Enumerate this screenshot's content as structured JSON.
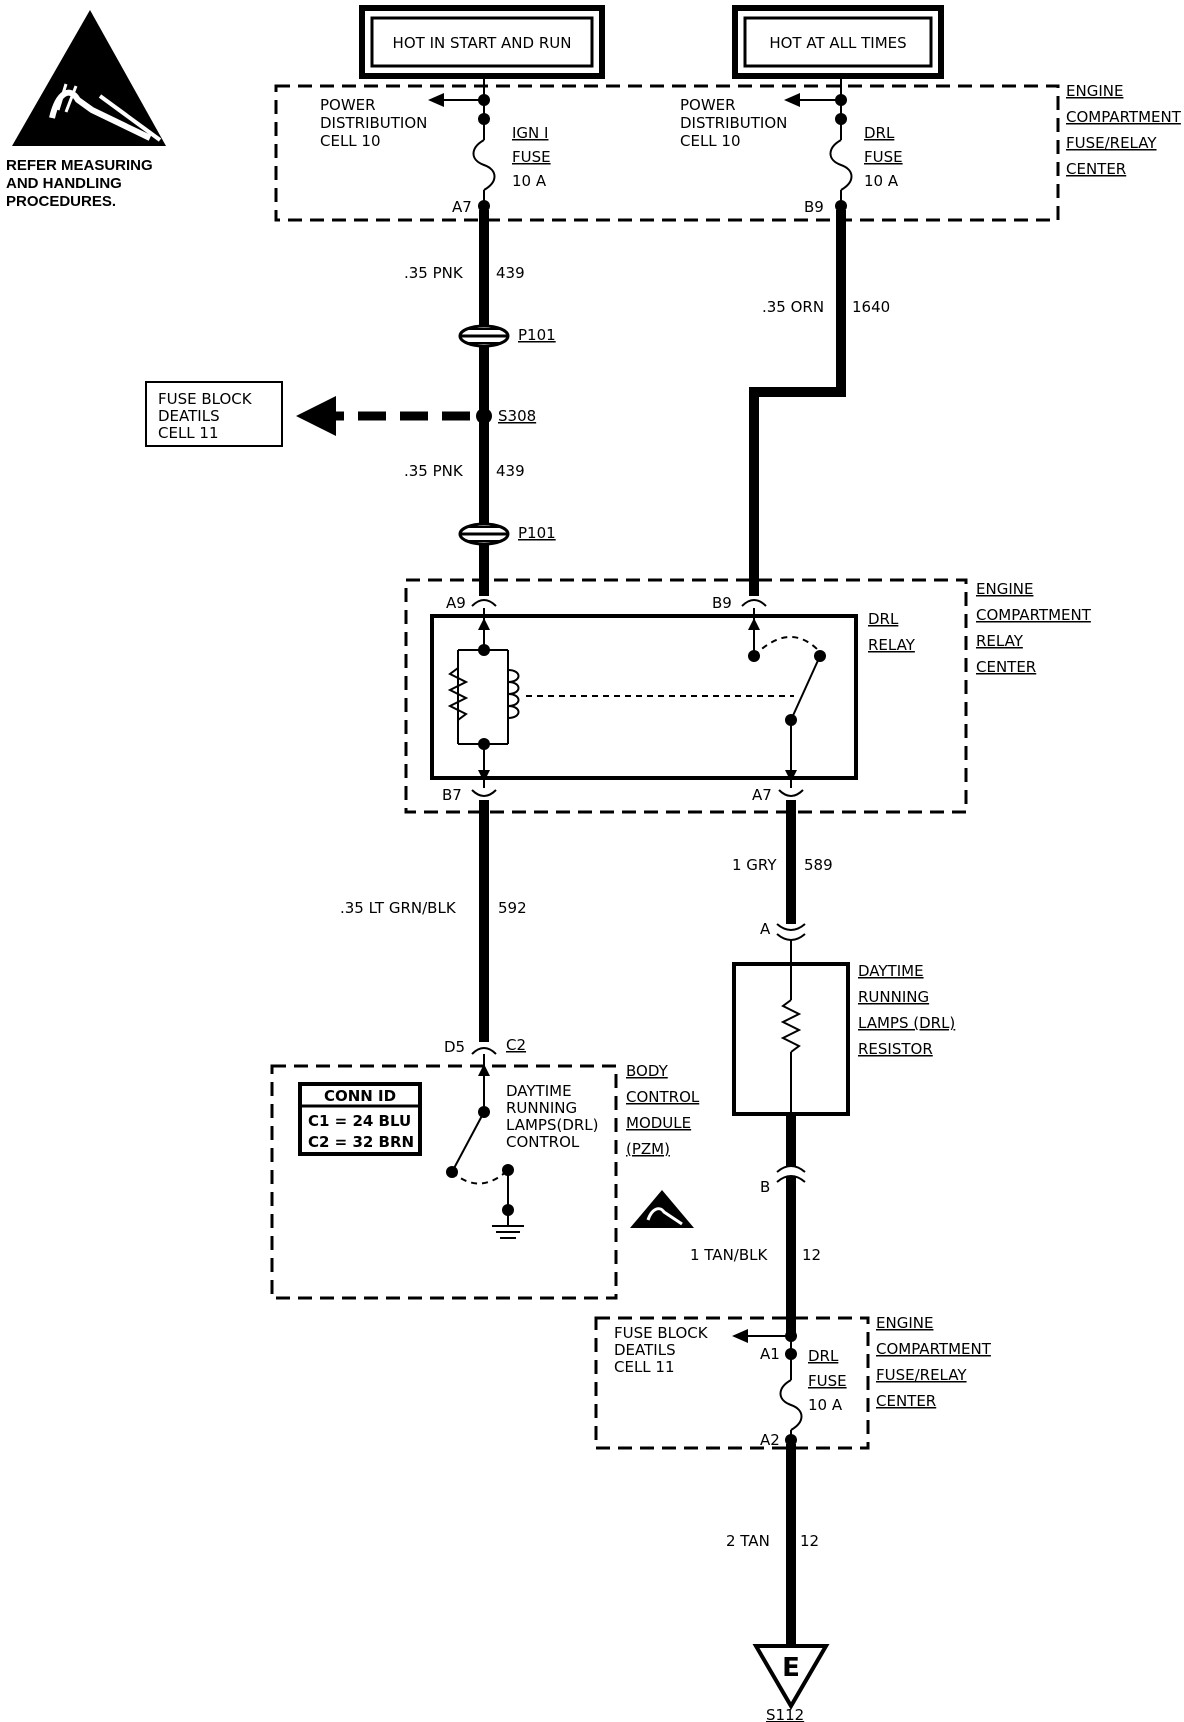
{
  "esd_note": {
    "lines": [
      "REFER MEASURING",
      "AND HANDLING",
      "PROCEDURES."
    ]
  },
  "sources": {
    "start_run": "HOT IN START AND RUN",
    "all_times": "HOT AT ALL TIMES"
  },
  "fuse_center_top": {
    "title_lines": [
      "ENGINE",
      "COMPARTMENT",
      "FUSE/RELAY",
      "CENTER"
    ],
    "left": {
      "power_dist": [
        "POWER",
        "DISTRIBUTION",
        "CELL 10"
      ],
      "fuse_lines": [
        "IGN I",
        "FUSE",
        "10 A"
      ],
      "terminal": "A7"
    },
    "right": {
      "power_dist": [
        "POWER",
        "DISTRIBUTION",
        "CELL 10"
      ],
      "fuse_lines": [
        "DRL",
        "FUSE",
        "10 A"
      ],
      "terminal": "B9"
    }
  },
  "wires": {
    "pnk_upper": {
      "gauge": ".35 PNK",
      "circuit": "439"
    },
    "orn": {
      "gauge": ".35 ORN",
      "circuit": "1640"
    },
    "pnk_lower": {
      "gauge": ".35 PNK",
      "circuit": "439"
    },
    "grn_blk": {
      "gauge": ".35 LT GRN/BLK",
      "circuit": "592"
    },
    "gry": {
      "gauge": "1 GRY",
      "circuit": "589"
    },
    "tan_blk": {
      "gauge": "1 TAN/BLK",
      "circuit": "12"
    },
    "tan": {
      "gauge": "2 TAN",
      "circuit": "12"
    }
  },
  "connectors": {
    "p101_a": "P101",
    "p101_b": "P101",
    "s308": "S308"
  },
  "fuse_block_ref": {
    "lines": [
      "FUSE BLOCK",
      "DEATILS",
      "CELL 11"
    ]
  },
  "relay_center": {
    "title_lines": [
      "ENGINE",
      "COMPARTMENT",
      "RELAY",
      "CENTER"
    ],
    "relay_label": [
      "DRL",
      "RELAY"
    ],
    "terminals": {
      "a9": "A9",
      "b9": "B9",
      "b7": "B7",
      "a7": "A7"
    }
  },
  "resistor": {
    "label_lines": [
      "DAYTIME",
      "RUNNING",
      "LAMPS (DRL)",
      "RESISTOR"
    ],
    "term_a": "A",
    "term_b": "B"
  },
  "bcm": {
    "title_lines": [
      "BODY",
      "CONTROL",
      "MODULE",
      "(PZM)"
    ],
    "control_lines": [
      "DAYTIME",
      "RUNNING",
      "LAMPS(DRL)",
      "CONTROL"
    ],
    "terminal": "D5",
    "connector": "C2",
    "conn_id": {
      "title": "CONN ID",
      "rows": [
        "C1 = 24 BLU",
        "C2 = 32 BRN"
      ]
    }
  },
  "fuse_center_bottom": {
    "title_lines": [
      "ENGINE",
      "COMPARTMENT",
      "FUSE/RELAY",
      "CENTER"
    ],
    "ref_lines": [
      "FUSE BLOCK",
      "DEATILS",
      "CELL 11"
    ],
    "fuse_lines": [
      "DRL",
      "FUSE",
      "10 A"
    ],
    "term_top": "A1",
    "term_bottom": "A2"
  },
  "ground": {
    "letter": "E",
    "splice": "S112"
  }
}
